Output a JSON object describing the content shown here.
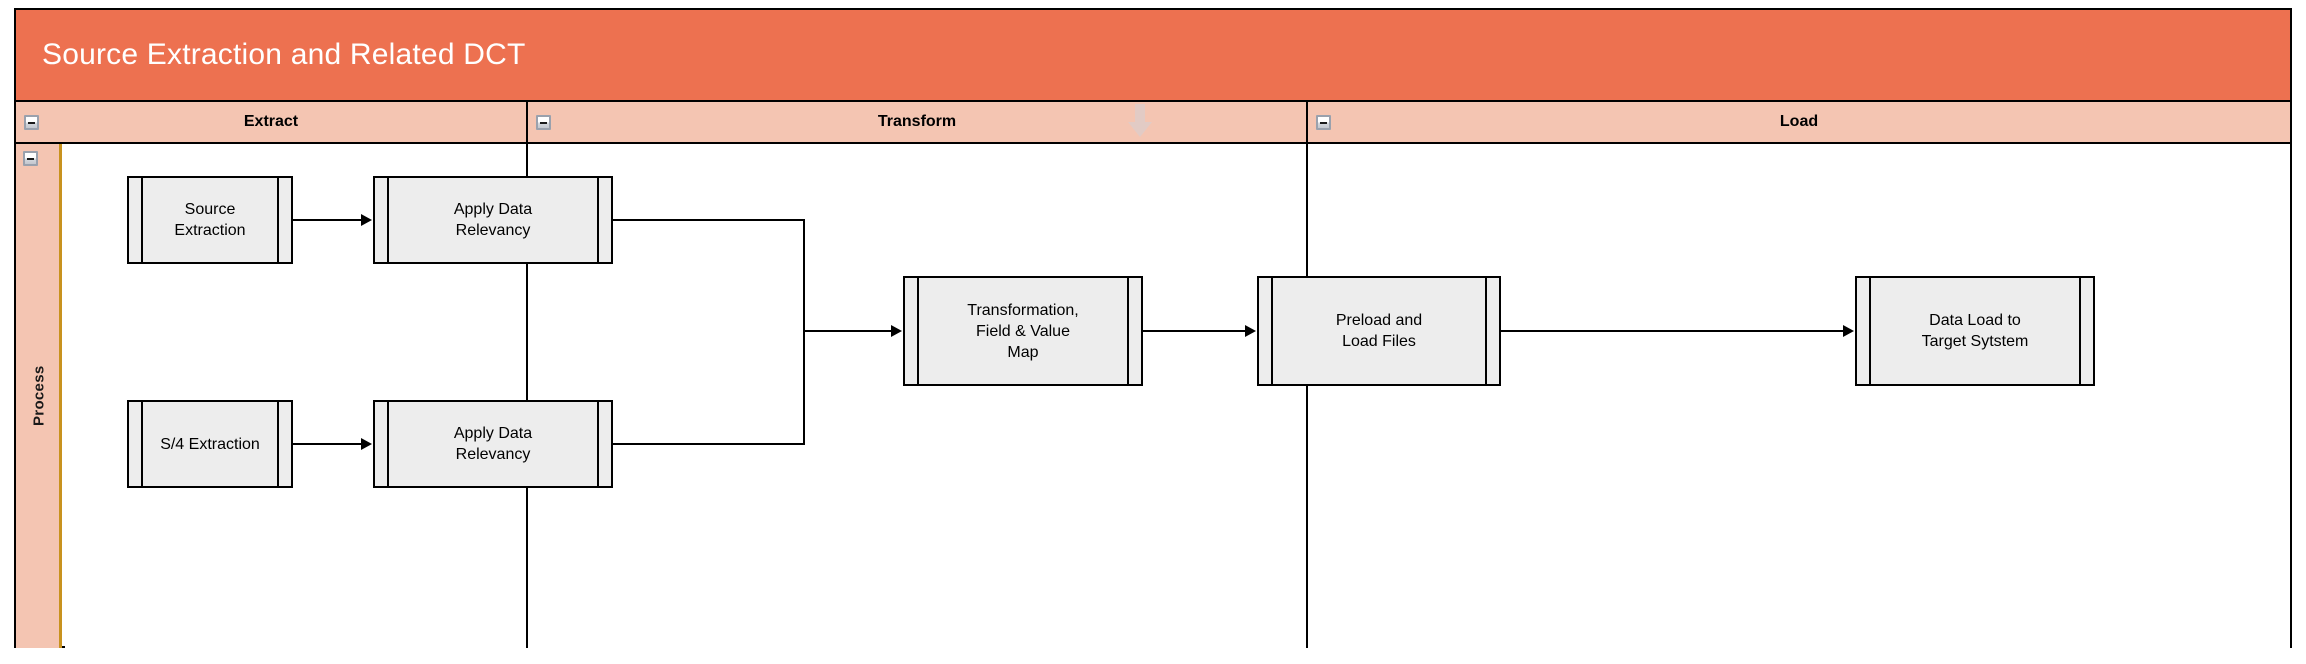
{
  "diagram": {
    "title": "Source Extraction and Related DCT",
    "type": "swimlane-process-flow",
    "colors": {
      "title_band": "#ED7150",
      "phase_band": "#F4C5B2",
      "lane_band": "#F4C5B2",
      "lane_divider": "#C8921E",
      "node_fill": "#EDEDED",
      "stroke": "#000000",
      "title_text": "#FFFFFF"
    }
  },
  "phases": [
    {
      "id": "extract",
      "label": "Extract",
      "collapse_icon": "minus-box-icon"
    },
    {
      "id": "transform",
      "label": "Transform",
      "collapse_icon": "minus-box-icon"
    },
    {
      "id": "load",
      "label": "Load",
      "collapse_icon": "minus-box-icon"
    }
  ],
  "lanes": [
    {
      "id": "process",
      "label": "Process",
      "collapse_icon": "minus-box-icon"
    }
  ],
  "nodes": [
    {
      "id": "source-extraction",
      "label": "Source\nExtraction",
      "phase": "extract",
      "shape": "subprocess"
    },
    {
      "id": "apply-data-relevancy-1",
      "label": "Apply Data\nRelevancy",
      "phase": "extract",
      "shape": "subprocess"
    },
    {
      "id": "s4-extraction",
      "label": "S/4 Extraction",
      "phase": "extract",
      "shape": "subprocess"
    },
    {
      "id": "apply-data-relevancy-2",
      "label": "Apply Data\nRelevancy",
      "phase": "extract",
      "shape": "subprocess"
    },
    {
      "id": "transformation-map",
      "label": "Transformation,\nField & Value\nMap",
      "phase": "transform",
      "shape": "subprocess"
    },
    {
      "id": "preload-load-files",
      "label": "Preload and\nLoad Files",
      "phase": "transform",
      "shape": "subprocess"
    },
    {
      "id": "data-load-target",
      "label": "Data Load to\nTarget Sytstem",
      "phase": "load",
      "shape": "subprocess"
    }
  ],
  "edges": [
    {
      "from": "source-extraction",
      "to": "apply-data-relevancy-1"
    },
    {
      "from": "s4-extraction",
      "to": "apply-data-relevancy-2"
    },
    {
      "from": "apply-data-relevancy-1",
      "to": "transformation-map"
    },
    {
      "from": "apply-data-relevancy-2",
      "to": "transformation-map"
    },
    {
      "from": "transformation-map",
      "to": "preload-load-files"
    },
    {
      "from": "preload-load-files",
      "to": "data-load-target"
    }
  ]
}
